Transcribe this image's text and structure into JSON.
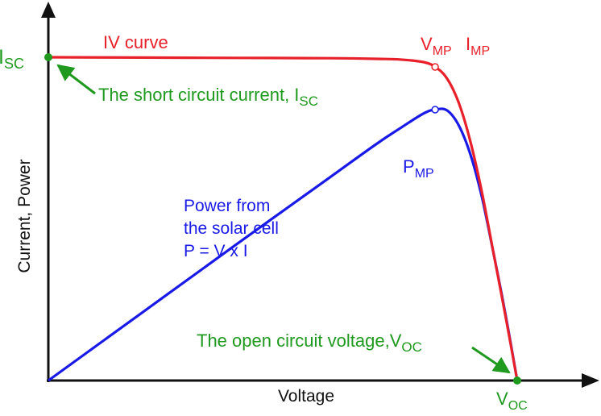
{
  "chart_data": {
    "type": "line",
    "xlabel": "Voltage",
    "ylabel": "Current, Power",
    "xlim": [
      0,
      1
    ],
    "ylim": [
      0,
      1
    ],
    "series": [
      {
        "name": "IV curve",
        "color": "#e8202a",
        "x": [
          0,
          0.2,
          0.4,
          0.6,
          0.7,
          0.75,
          0.8,
          0.825,
          0.85,
          0.875,
          0.9,
          0.925,
          0.95,
          0.975,
          1.0
        ],
        "y": [
          1.0,
          0.999,
          0.998,
          0.997,
          0.995,
          0.993,
          0.985,
          0.97,
          0.935,
          0.86,
          0.74,
          0.58,
          0.39,
          0.2,
          0.0
        ]
      },
      {
        "name": "Power from the solar cell P = V x I",
        "color": "#1a1ae6",
        "x": [
          0,
          0.2,
          0.4,
          0.6,
          0.7,
          0.75,
          0.8,
          0.825,
          0.85,
          0.875,
          0.9,
          0.925,
          0.95,
          0.975,
          1.0
        ],
        "y": [
          0.0,
          0.21,
          0.42,
          0.628,
          0.732,
          0.78,
          0.826,
          0.838,
          0.836,
          0.79,
          0.7,
          0.565,
          0.39,
          0.205,
          0.0
        ]
      }
    ],
    "markers": {
      "isc": {
        "x": 0,
        "y": 1.0,
        "color": "#1f9a1f"
      },
      "voc": {
        "x": 1.0,
        "y": 0.0,
        "color": "#1f9a1f"
      },
      "mp_iv": {
        "x": 0.825,
        "y": 0.97,
        "color": "#e8202a"
      },
      "mp_power": {
        "x": 0.825,
        "y": 0.838,
        "color": "#1a1ae6"
      }
    },
    "annotations": {
      "isc_axis": {
        "main": "I",
        "sub": "SC"
      },
      "isc_desc": {
        "text": "The short circuit current, I",
        "sub": "SC"
      },
      "voc_axis": {
        "main": "V",
        "sub": "OC"
      },
      "voc_desc": {
        "text": "The open circuit voltage,V",
        "sub": "OC"
      },
      "iv_label": "IV curve",
      "vmp": {
        "main": "V",
        "sub": "MP"
      },
      "imp": {
        "main": "I",
        "sub": "MP"
      },
      "pmp": {
        "main": "P",
        "sub": "MP"
      },
      "power_lines": [
        "Power from",
        "the solar cell",
        "P = V x I"
      ]
    },
    "colors": {
      "axis": "#111111",
      "annotation_green": "#1f9a1f",
      "iv": "#e8202a",
      "power": "#1a1ae6"
    }
  }
}
